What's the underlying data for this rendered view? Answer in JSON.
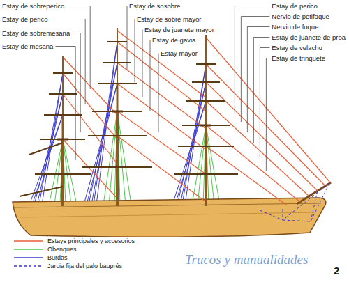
{
  "diagram": {
    "labels": [
      "Estay de sobreperico",
      "Estay de perico",
      "Estay de sobremesana",
      "Estay de mesana",
      "Estay de sosobre",
      "Estay de sobre mayor",
      "Estay de juanete mayor",
      "Estay de gavia",
      "Estay mayor",
      "Estay de perico",
      "Nervio de petifoque",
      "Nervio de foque",
      "Estay de juanete de proa",
      "Estay de velacho",
      "Estay de trinquete",
      "Trucos y manualidades",
      "2"
    ],
    "legend": [
      {
        "text": "Estays principales y accesorios"
      },
      {
        "text": "Obenques"
      },
      {
        "text": "Burdas"
      },
      {
        "text": "Jarcia fija del palo bauprés"
      }
    ]
  }
}
